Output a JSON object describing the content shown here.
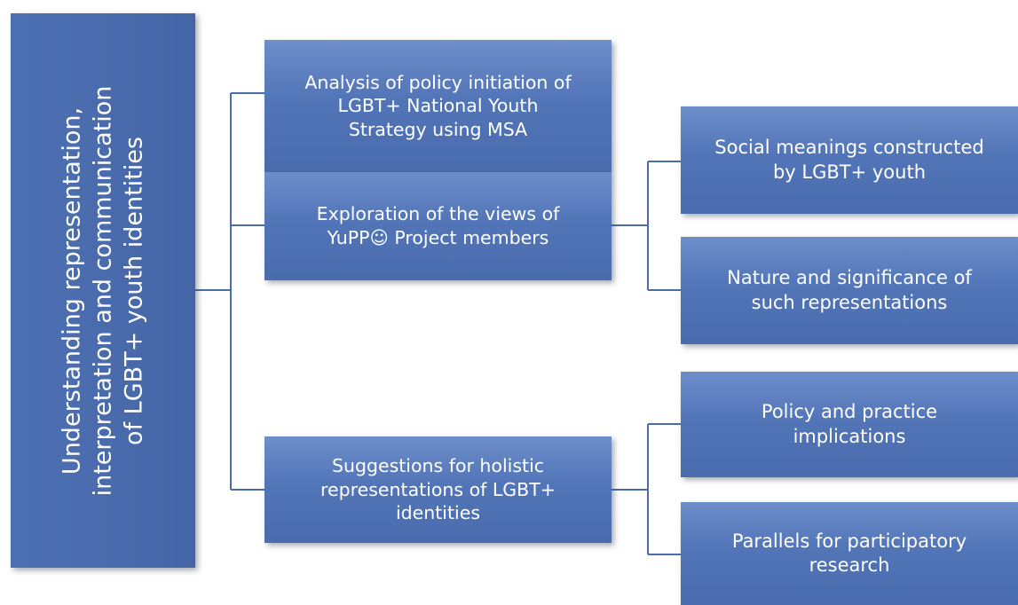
{
  "root": {
    "text": "Understanding representation,\ninterpretation and communication\nof LGBT+ youth identities"
  },
  "branches": [
    {
      "text": "Analysis of policy initiation of\nLGBT+ National Youth\nStrategy using MSA",
      "children": []
    },
    {
      "text": "Exploration of the views of\nYuPP☺ Project members",
      "children": [
        "Social meanings constructed\nby LGBT+ youth",
        "Nature and significance of\nsuch representations"
      ]
    },
    {
      "text": "Suggestions for holistic\nrepresentations of LGBT+\nidentities",
      "children": [
        "Policy and practice\nimplications",
        "Parallels for participatory\nresearch"
      ]
    }
  ],
  "colors": {
    "box_fill": "#5275b8",
    "connector": "#4a6cad",
    "text": "#ffffff"
  }
}
